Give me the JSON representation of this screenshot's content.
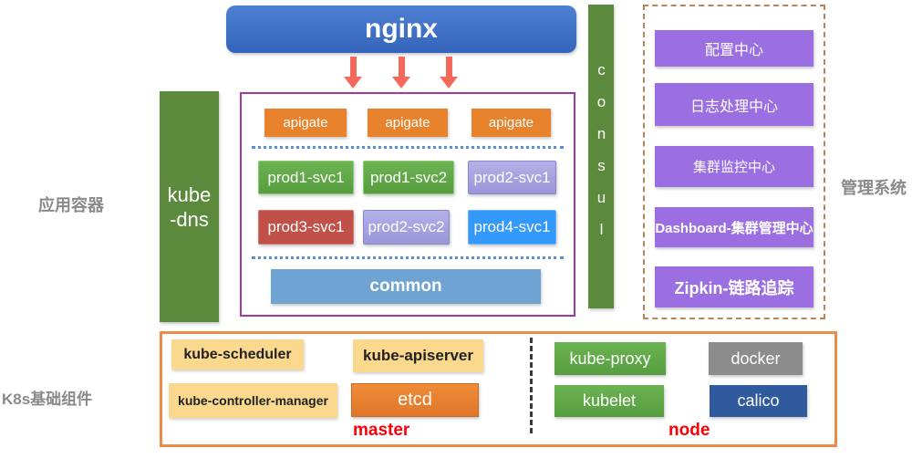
{
  "colors": {
    "nginx_blue": "#3b6ec5",
    "arrow_red": "#f4695c",
    "column_green": "#5c8a3c",
    "apigate_orange": "#e8822d",
    "prod_green": "#5fa848",
    "prod_purple": "#a5a0de",
    "prod_red": "#c05048",
    "prod_blue": "#3399fb",
    "common_blue": "#6fa3d3",
    "service_border_purple": "#a238a8",
    "divider_dotted_blue": "#5b8fd4",
    "management_purple": "#9b6fe2",
    "management_border_dashed": "#bc8456",
    "k8s_border_orange": "#ed8b44",
    "master_tan": "#fad88e",
    "etcd_orange": "#e8802f",
    "docker_gray": "#8c8c8c",
    "calico_blue": "#2f5b9e",
    "side_label_gray": "#8a8a8a",
    "zone_label_red": "#fb0007"
  },
  "top": {
    "nginx_label": "nginx"
  },
  "kube_dns": {
    "line1": "kube",
    "line2": "-dns"
  },
  "consul": {
    "label": "consul"
  },
  "service_grid": {
    "apigates": [
      "apigate",
      "apigate",
      "apigate"
    ],
    "row1": [
      "prod1-svc1",
      "prod1-svc2",
      "prod2-svc1"
    ],
    "row2": [
      "prod3-svc1",
      "prod2-svc2",
      "prod4-svc1"
    ],
    "common_label": "common"
  },
  "management": {
    "side_label": "管理系统",
    "items": [
      "配置中心",
      "日志处理中心",
      "集群监控中心",
      "Dashboard-集群管理中心",
      "Zipkin-链路追踪"
    ]
  },
  "side_labels": {
    "app_container": "应用容器",
    "k8s_base": "K8s基础组件"
  },
  "k8s_components": {
    "master": {
      "zone_label": "master",
      "scheduler": "kube-scheduler",
      "apiserver": "kube-apiserver",
      "controller_manager": "kube-controller-manager",
      "etcd": "etcd"
    },
    "node": {
      "zone_label": "node",
      "kube_proxy": "kube-proxy",
      "docker": "docker",
      "kubelet": "kubelet",
      "calico": "calico"
    }
  }
}
